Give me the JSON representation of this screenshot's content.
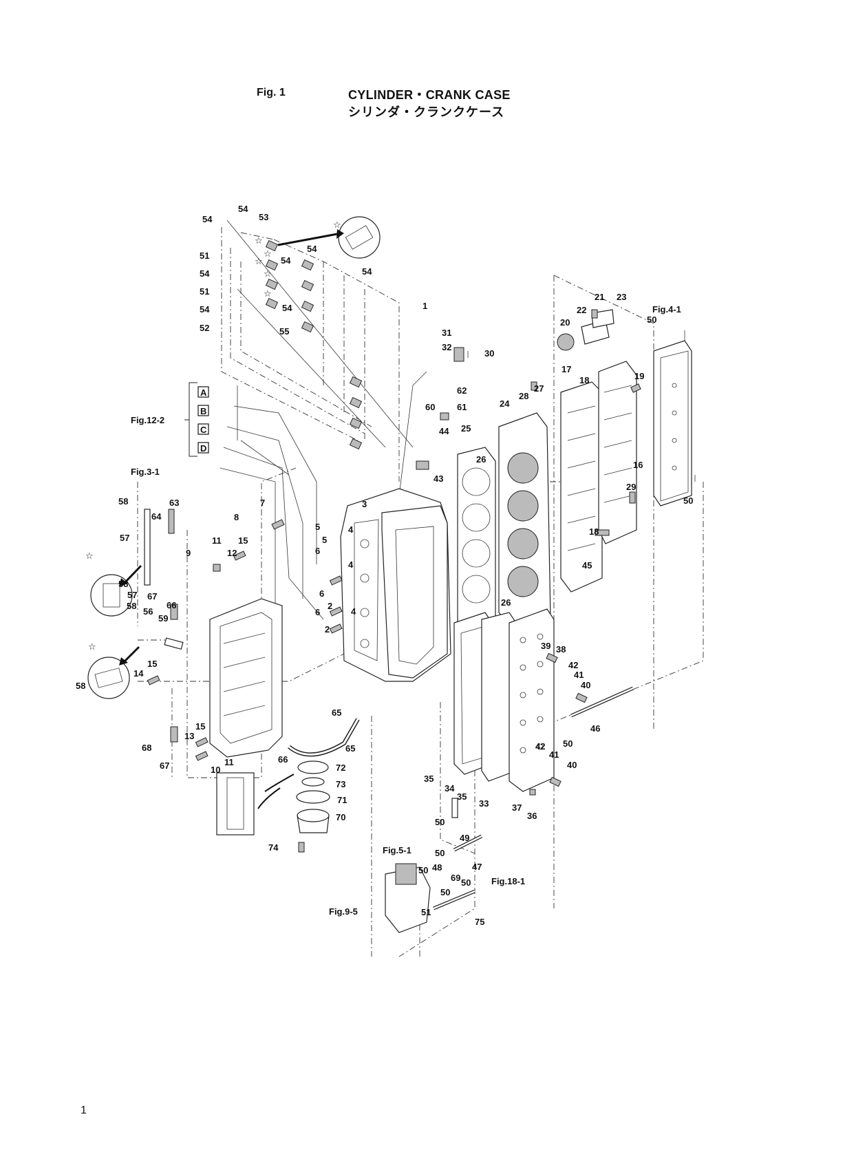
{
  "header": {
    "fig_number": "Fig. 1",
    "title_en": "CYLINDER・CRANK CASE",
    "title_jp": "シリンダ・クランクケース"
  },
  "page_number": "1",
  "callouts": [
    "1",
    "2",
    "2",
    "3",
    "4",
    "4",
    "4",
    "5",
    "5",
    "6",
    "6",
    "6",
    "7",
    "8",
    "9",
    "10",
    "11",
    "11",
    "12",
    "13",
    "14",
    "15",
    "15",
    "15",
    "16",
    "17",
    "18",
    "18",
    "19",
    "20",
    "21",
    "22",
    "23",
    "24",
    "25",
    "26",
    "26",
    "27",
    "28",
    "29",
    "30",
    "31",
    "32",
    "33",
    "34",
    "35",
    "35",
    "36",
    "37",
    "38",
    "39",
    "40",
    "40",
    "41",
    "41",
    "42",
    "42",
    "43",
    "44",
    "45",
    "46",
    "47",
    "48",
    "49",
    "50",
    "50",
    "50",
    "50",
    "50",
    "50",
    "50",
    "50",
    "51",
    "51",
    "51",
    "52",
    "53",
    "54",
    "54",
    "54",
    "54",
    "54",
    "54",
    "54",
    "54",
    "55",
    "56",
    "57",
    "57",
    "58",
    "58",
    "58",
    "58",
    "59",
    "60",
    "61",
    "62",
    "63",
    "64",
    "65",
    "65",
    "66",
    "66",
    "67",
    "67",
    "68",
    "69",
    "70",
    "71",
    "72",
    "73",
    "74",
    "75"
  ],
  "references": [
    "Fig.12-2",
    "Fig.3-1",
    "Fig.4-1",
    "Fig.5-1",
    "Fig.9-5",
    "Fig.18-1"
  ],
  "box_labels": [
    "A",
    "B",
    "C",
    "D"
  ],
  "detail_marks": [
    "☆",
    "☆",
    "☆",
    "☆",
    "☆",
    "☆",
    "☆",
    "☆"
  ]
}
